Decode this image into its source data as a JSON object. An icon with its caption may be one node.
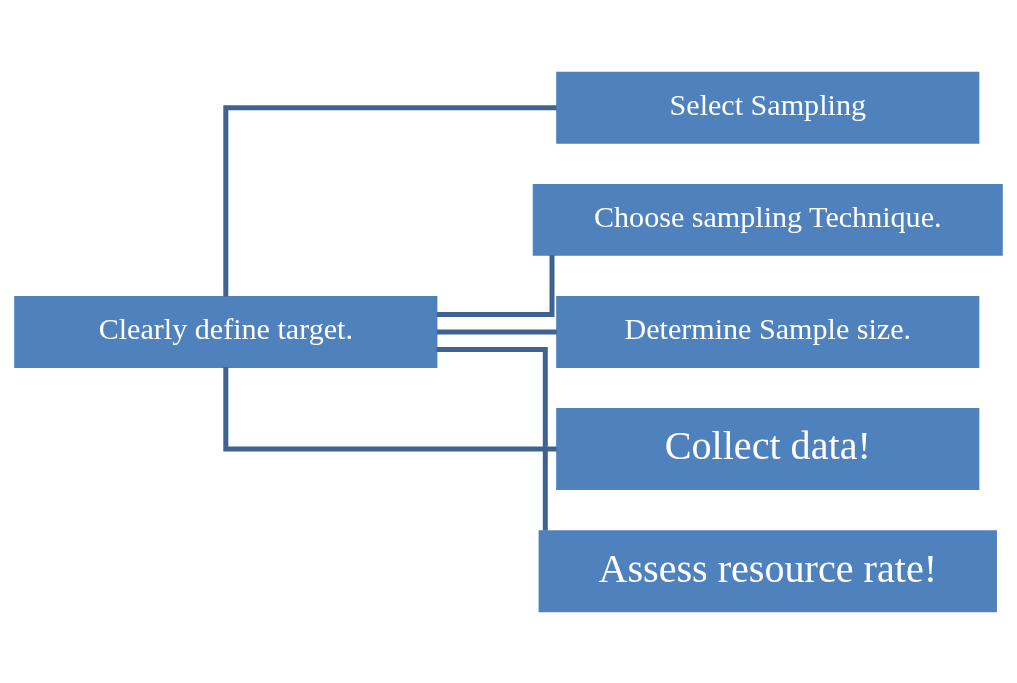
{
  "diagram": {
    "nodes": [
      {
        "text": [
          "Clearly define target."
        ]
      },
      {
        "text": [
          "Select Sampling"
        ]
      },
      {
        "text": [
          "Choose sampling Technique."
        ]
      },
      {
        "text": [
          "Determine Sample size."
        ]
      },
      {
        "text": [
          "Collect data!"
        ]
      },
      {
        "text": [
          "Assess resource rate!"
        ]
      }
    ],
    "edges": [
      {
        "from": 0,
        "to": 1,
        "arrow": "none"
      },
      {
        "from": 0,
        "to": 2,
        "arrow": "none"
      },
      {
        "from": 0,
        "to": 3,
        "arrow": "none"
      },
      {
        "from": 0,
        "to": 4,
        "arrow": "none"
      },
      {
        "from": 0,
        "to": 5,
        "arrow": "none"
      }
    ]
  }
}
